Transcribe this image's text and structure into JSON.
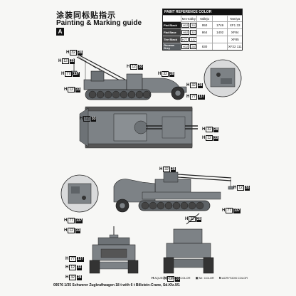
{
  "header": {
    "title_cn": "涂装同标贴指示",
    "title_en": "Painting & Marking guide",
    "section": "A"
  },
  "reference": {
    "title": "PAINT REFERENCE COLOR",
    "columns": [
      "",
      "Mr.Hobby",
      "Vallejo",
      "Tamiya"
    ],
    "rows": [
      {
        "name": "Flat Black",
        "h": "H12",
        "b": "33",
        "vallejo": "950",
        "tamiya": "XF1",
        "n": "33",
        "code": "1749",
        "color": "#1a1a1a"
      },
      {
        "name": "Flat Base",
        "h": "H52",
        "b": "32",
        "vallejo": "864",
        "tamiya": "XF84",
        "n": "",
        "code": "1402",
        "color": "#3d3d3d"
      },
      {
        "name": "Tire Black",
        "h": "H77",
        "b": "137",
        "vallejo": "",
        "tamiya": "XF85",
        "n": "",
        "code": "",
        "color": "#444"
      },
      {
        "name": "German Grey",
        "h": "H32",
        "b": "28",
        "vallejo": "830",
        "tamiya": "XF22",
        "n": "111",
        "code": "",
        "color": "#5a5f63"
      }
    ]
  },
  "callouts": [
    {
      "h": "H",
      "b": "32",
      "n": "28"
    },
    {
      "h": "H",
      "b": "12",
      "n": "33"
    },
    {
      "h": "H",
      "b": "77",
      "n": "137"
    },
    {
      "h": "H",
      "b": "12",
      "n": "33"
    },
    {
      "h": "H",
      "b": "12",
      "n": "33"
    },
    {
      "h": "H",
      "b": "32",
      "n": "28"
    },
    {
      "h": "H",
      "b": "32",
      "n": "28"
    },
    {
      "h": "H",
      "b": "77",
      "n": "137"
    },
    {
      "h": "H",
      "b": "32",
      "n": "28"
    },
    {
      "h": "H",
      "b": "12",
      "n": "33"
    },
    {
      "h": "H",
      "b": "12",
      "n": "33"
    },
    {
      "h": "H",
      "b": "32",
      "n": "28"
    },
    {
      "h": "H",
      "b": "12",
      "n": "33"
    },
    {
      "h": "H",
      "b": "77",
      "n": "137"
    },
    {
      "h": "H",
      "b": "32",
      "n": "28"
    },
    {
      "h": "H",
      "b": "77",
      "n": "137"
    },
    {
      "h": "H",
      "b": "12",
      "n": "33"
    },
    {
      "h": "H",
      "b": "77",
      "n": "137"
    },
    {
      "h": "H",
      "b": "12",
      "n": "33"
    },
    {
      "h": "H",
      "b": "32",
      "n": "28"
    },
    {
      "h": "H",
      "b": "12",
      "n": "33"
    }
  ],
  "legend": {
    "h": "AQUEOUS HOBBY COLOR",
    "m": "Mr. COLOR",
    "n": "ACRYSION COLOR"
  },
  "footer": "09576  1/35 Schwerer Zugkraftwagen 18 t with 6 t Billstein-Crane, Sd.Kfz.9/1",
  "colors": {
    "vehicle": "#7d8286",
    "vehicle_dark": "#5e6367",
    "outline": "#222222"
  }
}
